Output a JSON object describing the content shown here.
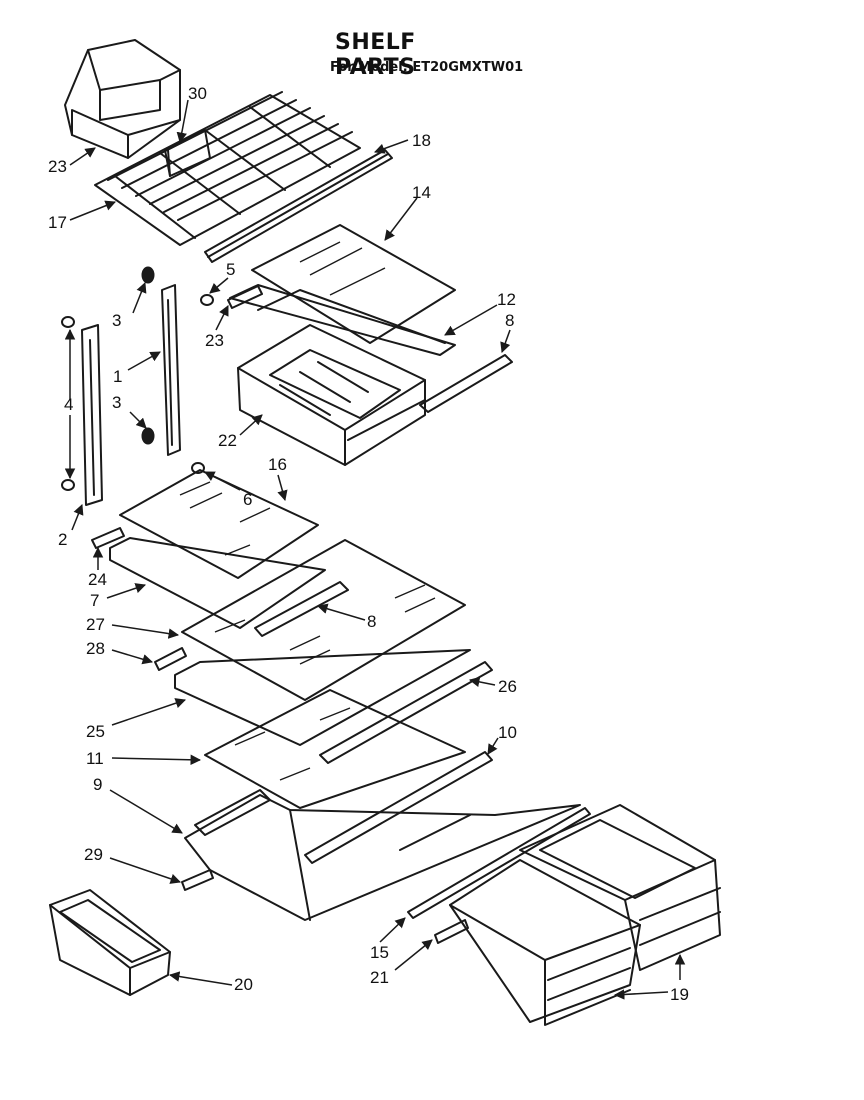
{
  "title": "SHELF PARTS",
  "subtitle": "For Model: ET20GMXTW01",
  "callouts": [
    "1",
    "2",
    "3",
    "3",
    "4",
    "5",
    "6",
    "7",
    "8",
    "8",
    "9",
    "10",
    "11",
    "12",
    "14",
    "15",
    "16",
    "17",
    "18",
    "19",
    "20",
    "21",
    "22",
    "23",
    "23",
    "24",
    "25",
    "26",
    "27",
    "28",
    "29",
    "30"
  ],
  "colors": {
    "ink": "#1a1a1a",
    "paper": "#ffffff"
  }
}
